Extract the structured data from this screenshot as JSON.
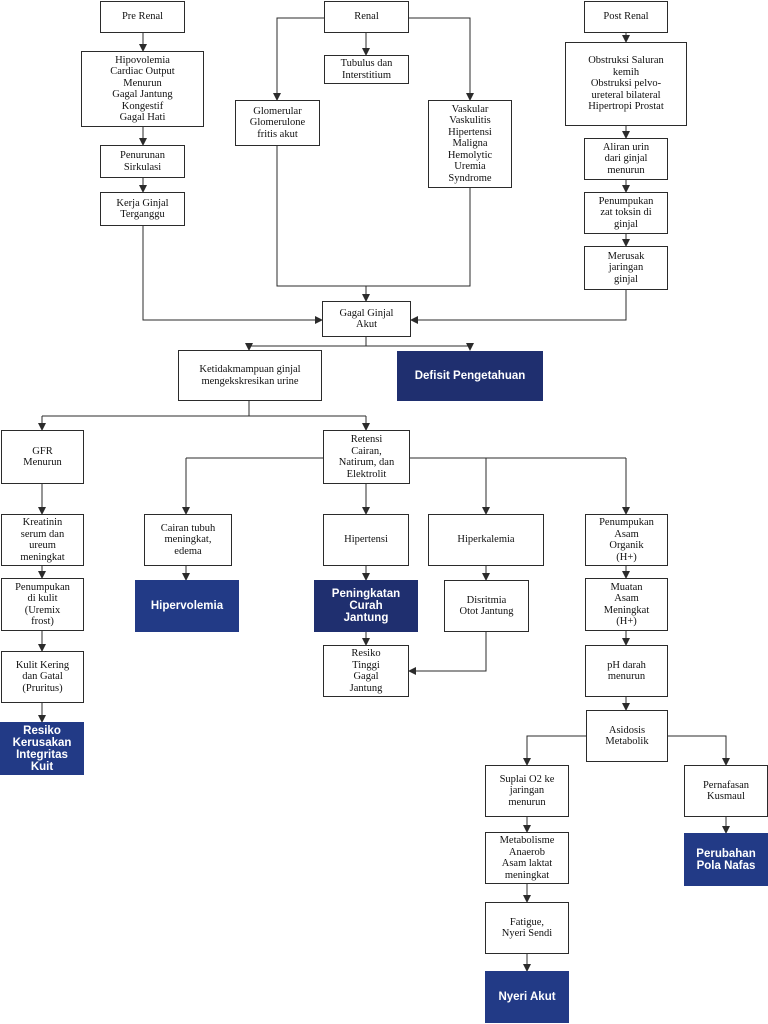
{
  "nodes": {
    "pre_renal": "Pre Renal",
    "renal": "Renal",
    "post_renal": "Post Renal",
    "hipovolemia": "Hipovolemia\nCardiac Output\nMenurun\nGagal Jantung\nKongestif\nGagal Hati",
    "tubulus": "Tubulus dan\nInterstitium",
    "obstruksi": "Obstruksi Saluran\nkemih\nObstruksi pelvo-\nureteral bilateral\nHipertropi Prostat",
    "glomerular": "Glomerular\nGlomerulone\nfritis akut",
    "vaskular": "Vaskular\nVaskulitis\nHipertensi\nMaligna\nHemolytic\nUremia\nSyndrome",
    "penurunan_sirkulasi": "Penurunan\nSirkulasi",
    "kerja_ginjal": "Kerja Ginjal\nTerganggu",
    "aliran_urin": "Aliran urin\ndari ginjal\nmenurun",
    "penumpukan_toksin": "Penumpukan\nzat toksin di\nginjal",
    "merusak_jaringan": "Merusak\njaringan\nginjal",
    "gagal_ginjal": "Gagal Ginjal\nAkut",
    "ketidakmampuan": "Ketidakmampuan ginjal\nmengekskresikan urine",
    "defisit": "Defisit Pengetahuan",
    "gfr": "GFR\nMenurun",
    "retensi": "Retensi\nCairan,\nNatirum, dan\nElektrolit",
    "kreatinin": "Kreatinin\nserum dan\nureum\nmeningkat",
    "cairan_tubuh": "Cairan tubuh\nmeningkat,\nedema",
    "hipertensi": "Hipertensi",
    "hiperkalemia": "Hiperkalemia",
    "penumpukan_asam": "Penumpukan\nAsam\nOrganik\n(H+)",
    "penumpukan_kulit": "Penumpukan\ndi kulit\n(Uremix\nfrost)",
    "hipervolemia": "Hipervolemia",
    "peningkatan_curah": "Peningkatan\nCurah\nJantung",
    "disritmia": "Disritmia\nOtot Jantung",
    "muatan_asam": "Muatan\nAsam\nMeningkat\n(H+)",
    "resiko_gagal": "Resiko\nTinggi\nGagal\nJantung",
    "kulit_kering": "Kulit Kering\ndan Gatal\n(Pruritus)",
    "ph_darah": "pH darah\nmenurun",
    "resiko_kulit": "Resiko\nKerusakan\nIntegritas\nKuit",
    "asidosis": "Asidosis\nMetabolik",
    "suplai_o2": "Suplai O2 ke\njaringan\nmenurun",
    "pernafasan": "Pernafasan\nKusmaul",
    "metabolisme": "Metabolisme\nAnaerob\nAsam laktat\nmeningkat",
    "perubahan_pola": "Perubahan\nPola Nafas",
    "fatigue": "Fatigue,\nNyeri Sendi",
    "nyeri_akut": "Nyeri Akut"
  },
  "colors": {
    "diagnosis_fill": "#1f2f6f",
    "diagnosis_fill_alt": "#223a86",
    "line": "#2b2b2b"
  }
}
